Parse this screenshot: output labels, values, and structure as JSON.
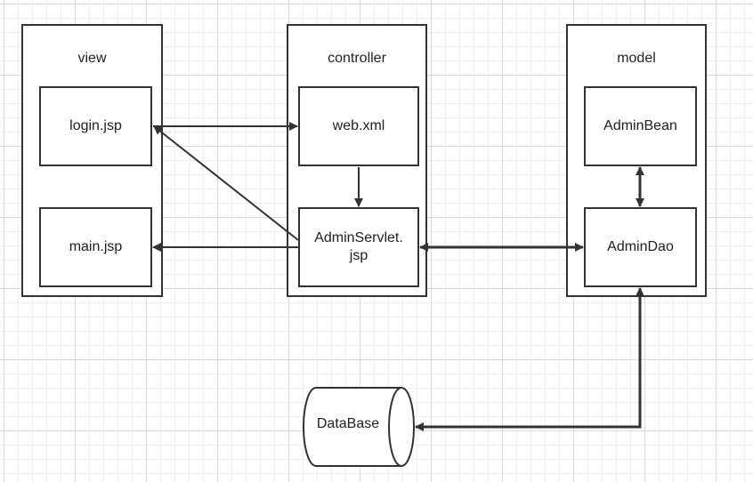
{
  "groups": {
    "view": {
      "title": "view"
    },
    "controller": {
      "title": "controller"
    },
    "model": {
      "title": "model"
    }
  },
  "nodes": {
    "login_jsp": "login.jsp",
    "main_jsp": "main.jsp",
    "web_xml": "web.xml",
    "admin_servlet_line1": "AdminServlet.",
    "admin_servlet_line2": "jsp",
    "admin_bean": "AdminBean",
    "admin_dao": "AdminDao",
    "database": "DataBase"
  },
  "colors": {
    "stroke": "#333333",
    "text": "#222222",
    "grid": "#dcdcdc"
  }
}
